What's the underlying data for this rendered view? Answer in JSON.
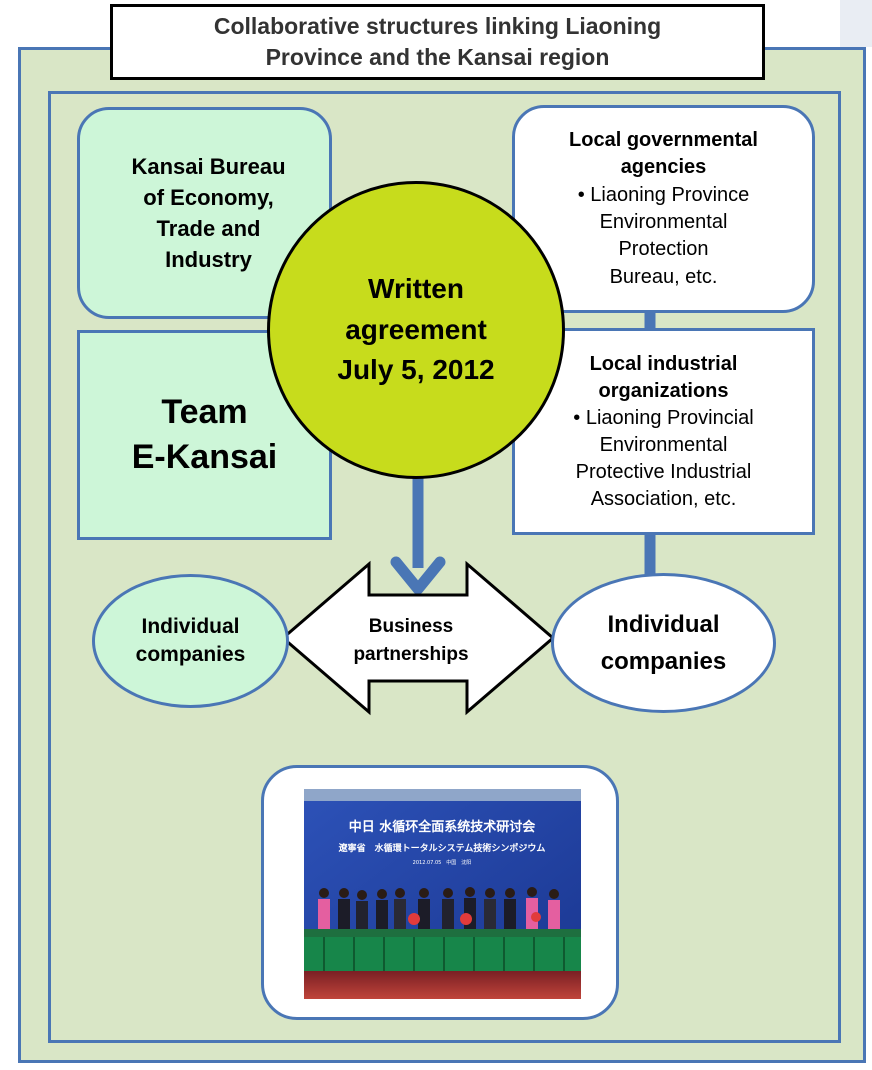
{
  "title": {
    "line1": "Collaborative structures linking Liaoning",
    "line2": "Province and the Kansai region"
  },
  "kansai_bureau": {
    "line1": "Kansai Bureau",
    "line2": "of Economy,",
    "line3": "Trade and",
    "line4": "Industry"
  },
  "team": {
    "line1": "Team",
    "line2": "E-Kansai"
  },
  "agreement": {
    "line1": "Written",
    "line2": "agreement",
    "line3": "July 5, 2012"
  },
  "gov": {
    "heading1": "Local governmental",
    "heading2": "agencies",
    "line1": "• Liaoning Province",
    "line2": "Environmental",
    "line3": "Protection",
    "line4": "Bureau, etc."
  },
  "industrial": {
    "heading1": "Local industrial",
    "heading2": "organizations",
    "line1": "• Liaoning Provincial",
    "line2": "Environmental",
    "line3": "Protective Industrial",
    "line4": "Association, etc."
  },
  "left_companies": {
    "line1": "Individual",
    "line2": "companies"
  },
  "right_companies": {
    "line1": "Individual",
    "line2": "companies"
  },
  "business": {
    "line1": "Business",
    "line2": "partnerships"
  },
  "photo": {
    "banner_line1": "中日 水循环全面系统技术研讨会",
    "banner_line2": "遼寧省　水循環トータルシステム技術シンポジウム",
    "banner_line3": "2012.07.05　中国　沈阳"
  },
  "colors": {
    "panel_green": "#d9e6c6",
    "border_blue": "#4a76b5",
    "box_green": "#cdf6d8",
    "circle_yellow": "#c7dc1c"
  }
}
